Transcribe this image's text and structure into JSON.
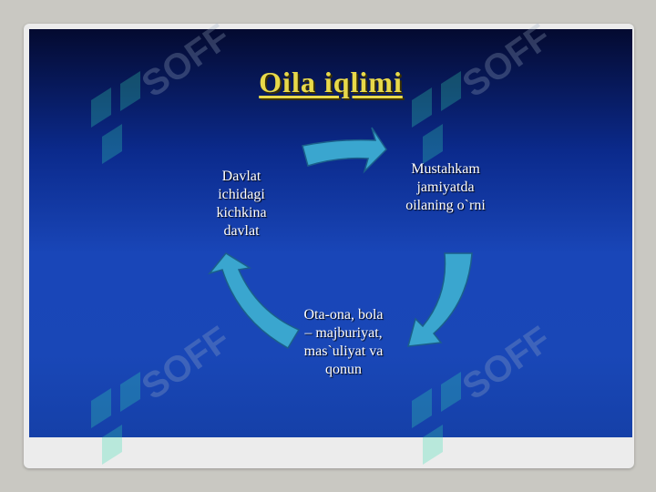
{
  "slide": {
    "title": "Oila iqlimi",
    "nodes": [
      {
        "lines": [
          "Mustahkam",
          "jamiyatda",
          "oilaning o`rni"
        ]
      },
      {
        "lines": [
          "Ota-ona, bola",
          "– majburiyat,",
          "mas`uliyat va",
          "qonun"
        ]
      },
      {
        "lines": [
          "Davlat",
          "ichidagi",
          "kichkina",
          "davlat"
        ]
      }
    ],
    "colors": {
      "arrow": "#3aa6cf",
      "title": "#e8d94a",
      "text": "#ffffff"
    }
  },
  "watermark": {
    "text": "SOFF",
    "icon": "soff-logo-icon"
  }
}
